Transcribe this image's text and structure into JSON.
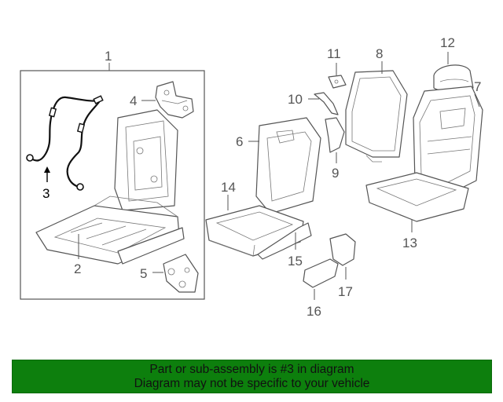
{
  "diagram": {
    "callouts": {
      "c1": "1",
      "c2": "2",
      "c3": "3",
      "c4": "4",
      "c5": "5",
      "c6": "6",
      "c7": "7",
      "c8": "8",
      "c9": "9",
      "c10": "10",
      "c11": "11",
      "c12": "12",
      "c13": "13",
      "c14": "14",
      "c15": "15",
      "c16": "16",
      "c17": "17"
    },
    "highlight_color": "#111111",
    "line_color": "#555555"
  },
  "banner": {
    "line1": "Part or sub-assembly is #3 in diagram",
    "line2": "Diagram may not be specific to your vehicle",
    "background": "#0d7f0d"
  }
}
